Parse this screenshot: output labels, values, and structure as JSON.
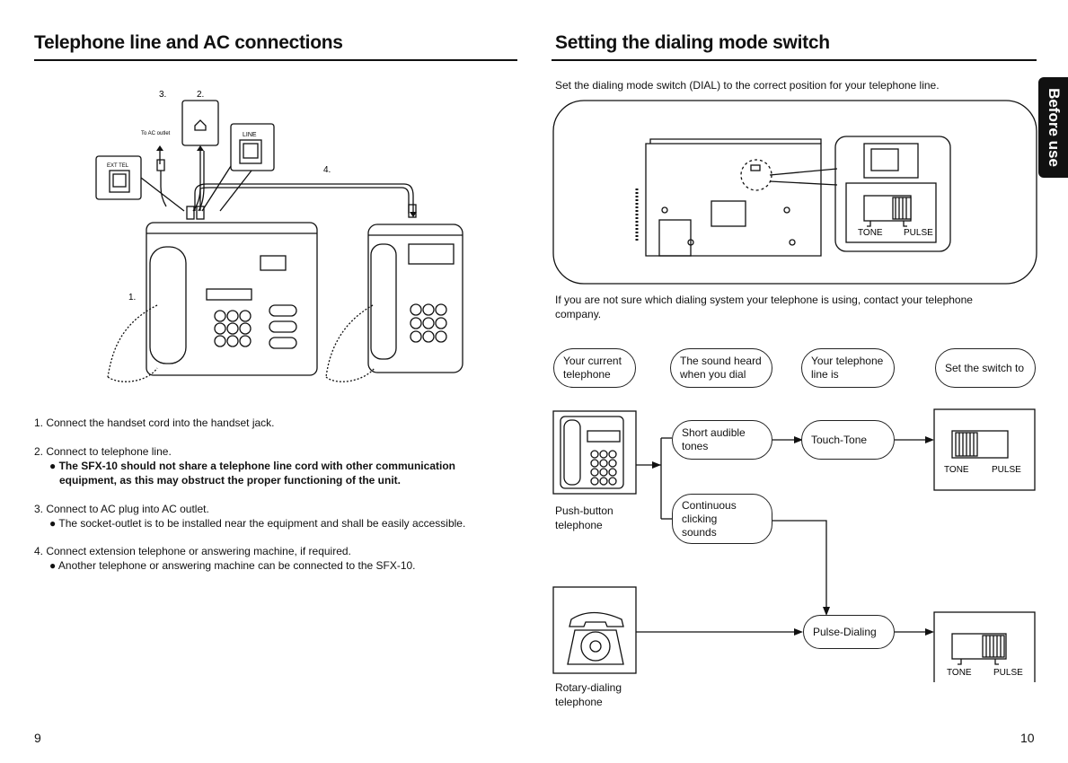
{
  "left": {
    "title": "Telephone line and AC connections",
    "diagram": {
      "num_3": "3.",
      "num_2": "2.",
      "num_4": "4.",
      "num_1": "1.",
      "to_ac_outlet": "To AC outlet",
      "line": "LINE",
      "ext_tel": "EXT TEL"
    },
    "steps": [
      {
        "text": "1. Connect the handset cord into the handset jack."
      },
      {
        "text": "2. Connect to telephone line.",
        "bullet": "The SFX-10 should not share a telephone line cord with other communication",
        "bullet_cont": "equipment, as this may obstruct the proper functioning of the unit."
      },
      {
        "text": "3. Connect to AC plug into AC outlet.",
        "bullet": "The socket-outlet is to be installed near the equipment and shall be easily accessible."
      },
      {
        "text": "4. Connect extension telephone or answering machine, if required.",
        "bullet": "Another telephone or answering machine can be connected to the SFX-10."
      }
    ],
    "page_number": "9"
  },
  "right": {
    "title": "Setting the dialing mode switch",
    "intro": "Set the dialing mode switch (DIAL) to the correct position for your telephone line.",
    "note_line1": "If you are not sure which dialing system your telephone is using, contact your telephone",
    "note_line2": "company.",
    "switch_tone": "TONE",
    "switch_pulse": "PULSE",
    "headers": [
      {
        "line1": "Your current",
        "line2": "telephone"
      },
      {
        "line1": "The sound heard",
        "line2": "when you dial"
      },
      {
        "line1": "Your telephone",
        "line2": "line is"
      },
      {
        "line1": "Set the switch to",
        "line2": ""
      }
    ],
    "flow": {
      "short_line1": "Short audible",
      "short_line2": "tones",
      "cont_line1": "Continuous",
      "cont_line2": "clicking",
      "cont_line3": "sounds",
      "touch_tone": "Touch-Tone",
      "pulse_dialing": "Pulse-Dialing",
      "push_line1": "Push-button",
      "push_line2": "telephone",
      "rotary_line1": "Rotary-dialing",
      "rotary_line2": "telephone"
    },
    "tab_label": "Before use",
    "page_number": "10"
  }
}
